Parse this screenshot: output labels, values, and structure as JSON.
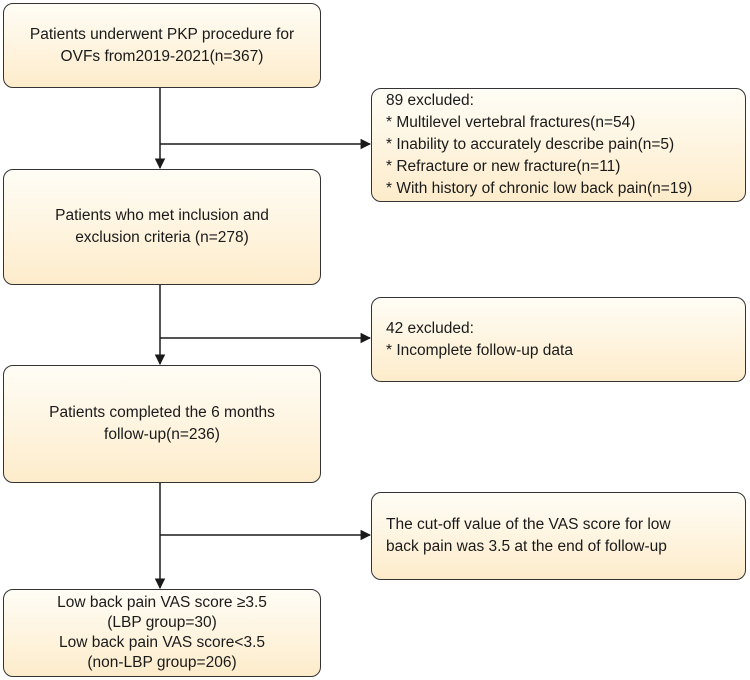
{
  "flow": {
    "box1": {
      "lines": [
        "Patients underwent PKP procedure for",
        "OVFs from2019-2021(n=367)"
      ]
    },
    "exclusion1": {
      "lines": [
        "89 excluded:",
        "* Multilevel vertebral fractures(n=54)",
        "* Inability to accurately describe pain(n=5)",
        "* Refracture or new fracture(n=11)",
        "* With history of chronic low back pain(n=19)"
      ]
    },
    "box2": {
      "lines": [
        "Patients who met inclusion and",
        "exclusion criteria (n=278)"
      ]
    },
    "exclusion2": {
      "lines": [
        "42 excluded:",
        "* Incomplete follow-up data"
      ]
    },
    "box3": {
      "lines": [
        "Patients completed the 6 months",
        "follow-up(n=236)"
      ]
    },
    "note": {
      "lines": [
        "The cut-off value of the VAS score for low",
        "back pain was 3.5 at the end of follow-up"
      ]
    },
    "box4": {
      "lines": [
        "Low back pain VAS score ≥3.5",
        "(LBP group=30)",
        "Low back pain VAS score<3.5",
        "(non-LBP group=206)"
      ]
    }
  }
}
